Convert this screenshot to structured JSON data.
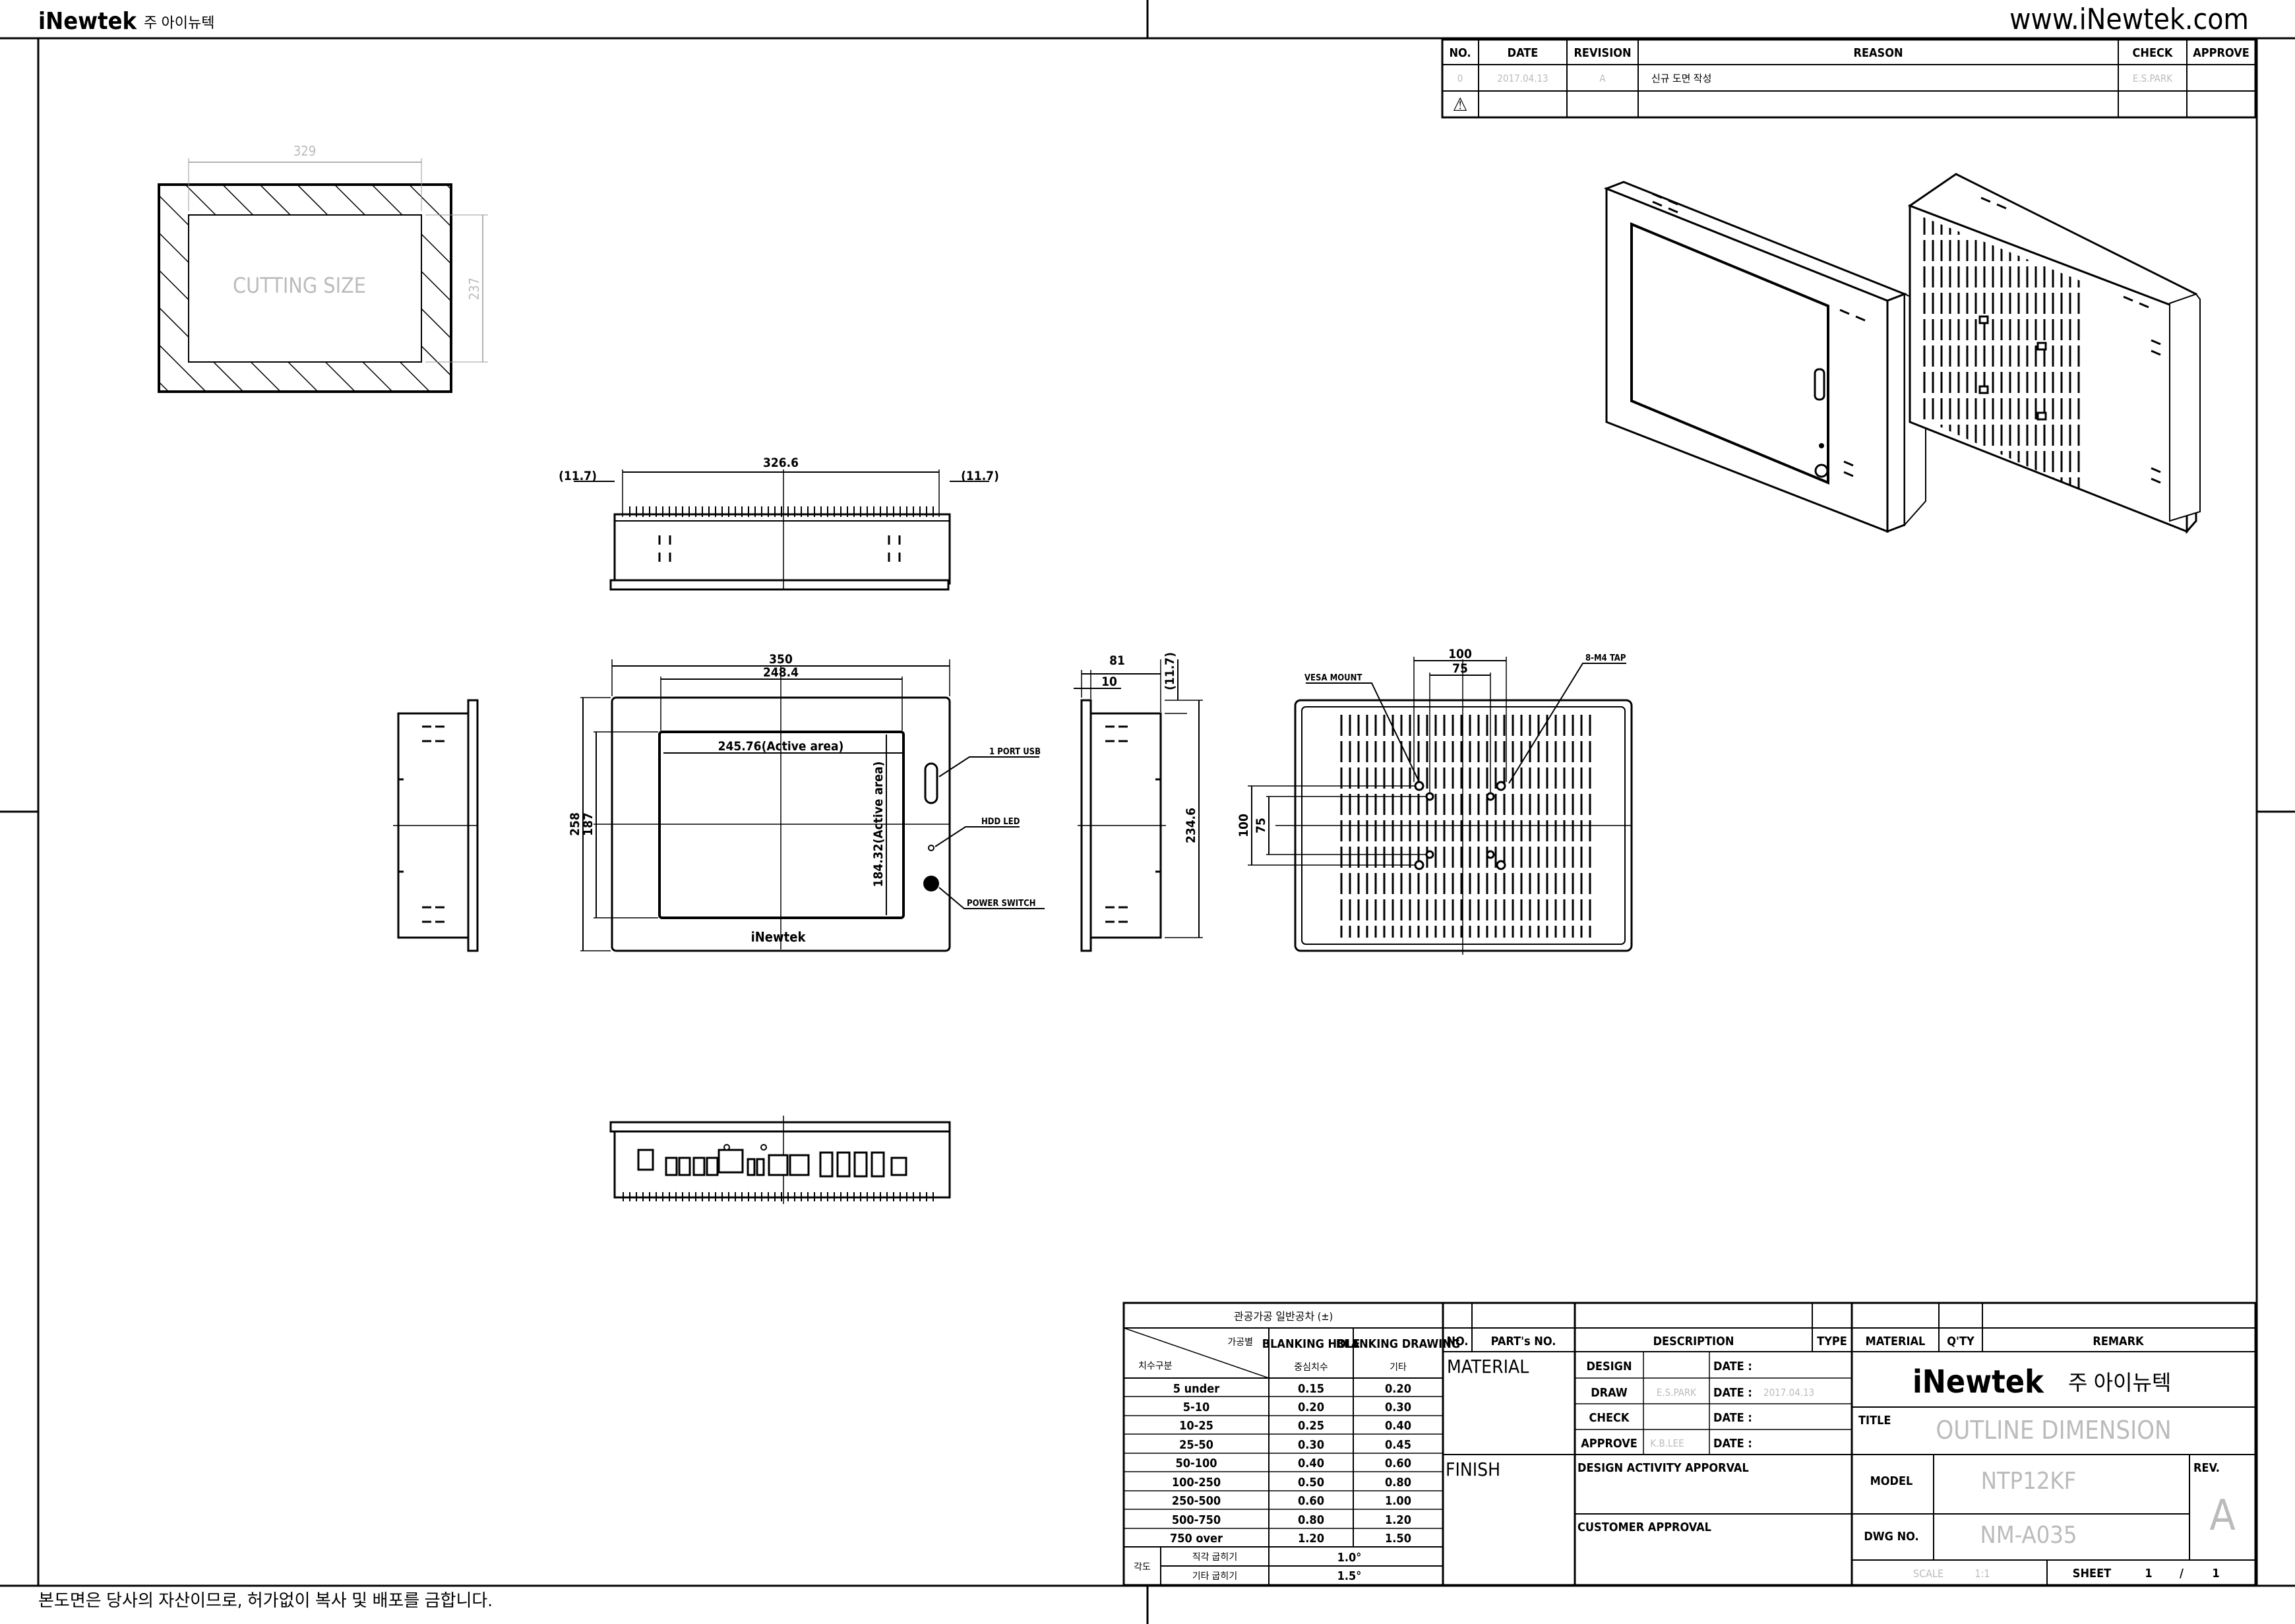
{
  "header": {
    "brand": "iNewtek",
    "company_kr": "주 아이뉴텍",
    "website": "www.iNewtek.com",
    "footer_notice": "본도면은 당사의 자산이므로, 허가없이 복사 및 배포를 금합니다."
  },
  "revision_table": {
    "headers": [
      "NO.",
      "DATE",
      "REVISION",
      "REASON",
      "CHECK",
      "APPROVE"
    ],
    "rows": [
      {
        "no": "0",
        "date": "2017.04.13",
        "revision": "A",
        "reason": "신규 도면 작성",
        "check": "E.S.PARK",
        "approve": ""
      },
      {
        "no": "⚠",
        "date": "",
        "revision": "",
        "reason": "",
        "check": "",
        "approve": ""
      }
    ]
  },
  "cutout": {
    "label": "CUTTING SIZE",
    "width": "329",
    "height": "237"
  },
  "top_view": {
    "width": "326.6",
    "left_offset": "(11.7)",
    "right_offset": "(11.7)"
  },
  "front_view": {
    "overall_width": "350",
    "inner_width": "248.4",
    "active_width": "245.76(Active area)",
    "overall_height": "258",
    "inner_height": "187",
    "active_height": "184.32(Active area)",
    "logo": "iNewtek",
    "callouts": [
      "1 PORT USB",
      "HDD LED",
      "POWER SWITCH"
    ]
  },
  "side_view": {
    "depth": "81",
    "bezel": "10",
    "flange": "(11.7)",
    "height": "234.6"
  },
  "rear_view": {
    "vesa_label": "VESA MOUNT",
    "tap_label": "8-M4 TAP",
    "vesa_outer_h": "100",
    "vesa_inner_h": "75",
    "vesa_outer_v": "100",
    "vesa_inner_v": "75"
  },
  "tolerance_table": {
    "title": "관공가공 일반공차 (±)",
    "corner_top": "가공별",
    "corner_bottom": "치수구분",
    "col1": "BLANKING HOLE",
    "col1_sub": "중심치수",
    "col2": "BLANKING DRAWING",
    "col2_sub": "기타",
    "rows": [
      [
        "5 under",
        "0.15",
        "0.20"
      ],
      [
        "5-10",
        "0.20",
        "0.30"
      ],
      [
        "10-25",
        "0.25",
        "0.40"
      ],
      [
        "25-50",
        "0.30",
        "0.45"
      ],
      [
        "50-100",
        "0.40",
        "0.60"
      ],
      [
        "100-250",
        "0.50",
        "0.80"
      ],
      [
        "250-500",
        "0.60",
        "1.00"
      ],
      [
        "500-750",
        "0.80",
        "1.20"
      ],
      [
        "750 over",
        "1.20",
        "1.50"
      ]
    ],
    "angle_label": "각도",
    "angle_rows": [
      [
        "직각 굽히기",
        "1.0°"
      ],
      [
        "기타 굽히기",
        "1.5°"
      ]
    ]
  },
  "title_block": {
    "headers": [
      "NO.",
      "PART's NO.",
      "DESCRIPTION",
      "TYPE",
      "MATERIAL",
      "Q'TY",
      "REMARK"
    ],
    "material_label": "MATERIAL",
    "finish_label": "FINISH",
    "design": "DESIGN",
    "draw": "DRAW",
    "draw_name": "E.S.PARK",
    "check": "CHECK",
    "approve": "APPROVE",
    "approve_name": "K.B.LEE",
    "date_label": "DATE :",
    "draw_date": "2017.04.13",
    "design_activity": "DESIGN ACTIVITY APPORVAL",
    "customer_approval": "CUSTOMER APPROVAL",
    "brand": "iNewtek",
    "company_kr": "주 아이뉴텍",
    "title_label": "TITLE",
    "title": "OUTLINE DIMENSION",
    "model_label": "MODEL",
    "model": "NTP12KF",
    "dwg_label": "DWG NO.",
    "dwg": "NM-A035",
    "rev_label": "REV.",
    "rev": "A",
    "scale_label": "SCALE",
    "scale": "1:1",
    "sheet_label": "SHEET",
    "sheet": "1",
    "sheet_sep": "/",
    "sheet_total": "1"
  }
}
